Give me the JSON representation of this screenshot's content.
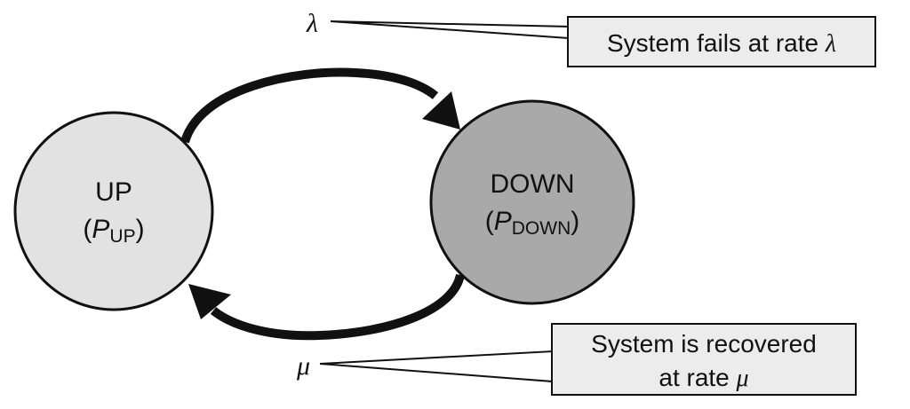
{
  "states": {
    "up": {
      "name": "UP",
      "prob_open": "(",
      "prob_symbol": "P",
      "prob_subscript": "UP",
      "prob_close": ")",
      "fill": "#e2e2e2"
    },
    "down": {
      "name": "DOWN",
      "prob_open": "(",
      "prob_symbol": "P",
      "prob_subscript": "DOWN",
      "prob_close": ")",
      "fill": "#a9a9a9"
    }
  },
  "transitions": {
    "failure": {
      "symbol": "λ",
      "callout_text": "System fails at rate ",
      "callout_symbol": "λ"
    },
    "recovery": {
      "symbol": "μ",
      "callout_line1": "System is recovered",
      "callout_line2_text": "at rate ",
      "callout_line2_symbol": "μ"
    }
  },
  "colors": {
    "stroke": "#111111",
    "callout_fill": "#ececec"
  }
}
